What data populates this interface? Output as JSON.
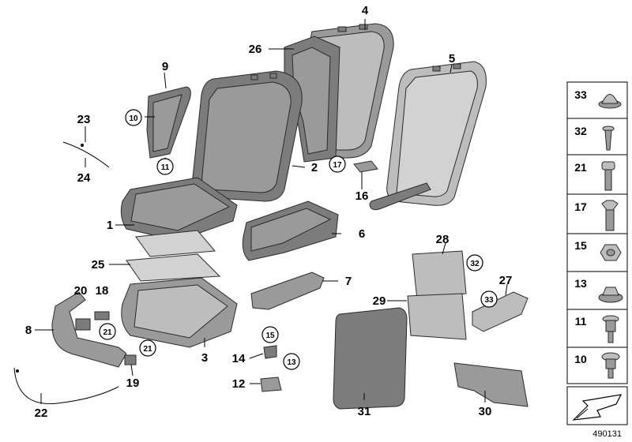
{
  "callouts": [
    "1",
    "2",
    "4",
    "5",
    "6",
    "7",
    "8",
    "9",
    "12",
    "14",
    "16",
    "18",
    "19",
    "20",
    "22",
    "23",
    "24",
    "25",
    "26",
    "27",
    "28",
    "29",
    "30",
    "31",
    "3"
  ],
  "circled_callouts": [
    "10",
    "11",
    "13",
    "15",
    "17",
    "21a",
    "21b",
    "32",
    "33"
  ],
  "circled_text": {
    "c10": "10",
    "c11": "11",
    "c13": "13",
    "c15": "15",
    "c17": "17",
    "c21a": "21",
    "c21b": "21",
    "c32": "32",
    "c33": "33"
  },
  "labels": {
    "l1": "1",
    "l2": "2",
    "l3": "3",
    "l4": "4",
    "l5": "5",
    "l6": "6",
    "l7": "7",
    "l8": "8",
    "l9": "9",
    "l12": "12",
    "l14": "14",
    "l16": "16",
    "l18": "18",
    "l19": "19",
    "l20": "20",
    "l22": "22",
    "l23": "23",
    "l24": "24",
    "l25": "25",
    "l26": "26",
    "l27": "27",
    "l28": "28",
    "l29": "29",
    "l30": "30",
    "l31": "31"
  },
  "fastener_panel": {
    "items": [
      {
        "num": "33",
        "icon": "push-clip-icon"
      },
      {
        "num": "32",
        "icon": "tapping-screw-icon"
      },
      {
        "num": "21",
        "icon": "torx-bolt-icon"
      },
      {
        "num": "17",
        "icon": "hex-flange-screw-icon"
      },
      {
        "num": "15",
        "icon": "hex-nut-icon"
      },
      {
        "num": "13",
        "icon": "flange-nut-icon"
      },
      {
        "num": "11",
        "icon": "stepped-bolt-icon"
      },
      {
        "num": "10",
        "icon": "collar-screw-icon"
      }
    ],
    "footer_icon": "arrow-symbol-icon"
  },
  "document_id": "490131",
  "colors": {
    "part_dark": "#7c7c7c",
    "part_mid": "#9a9a9a",
    "part_light": "#bdbdbd",
    "line": "#000000"
  }
}
